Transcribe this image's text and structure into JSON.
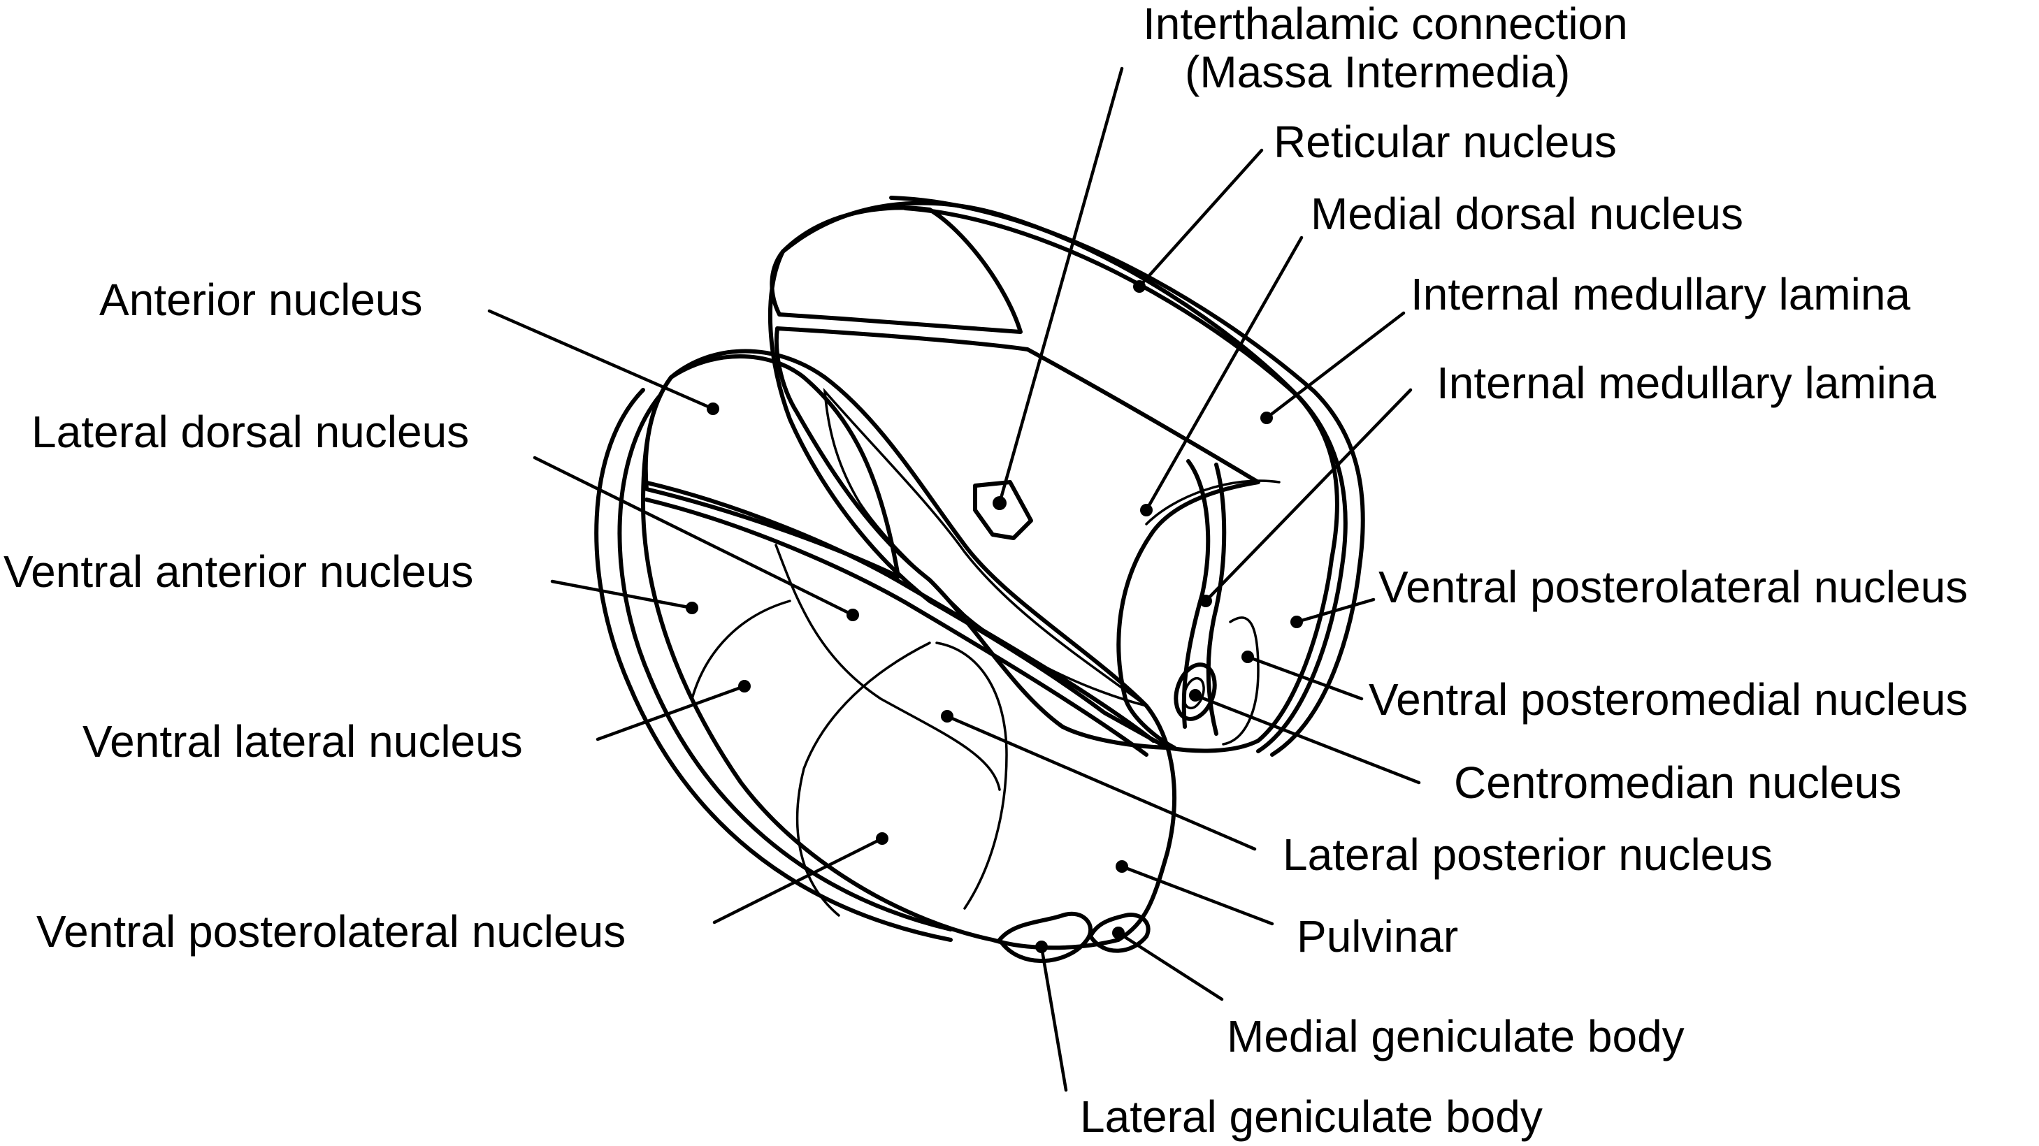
{
  "diagram": {
    "labels": {
      "interthalamic_connection_line1": "Interthalamic connection",
      "interthalamic_connection_line2": "(Massa Intermedia)",
      "reticular_nucleus": "Reticular nucleus",
      "medial_dorsal_nucleus": "Medial dorsal nucleus",
      "internal_medullary_lamina_1": "Internal medullary lamina",
      "internal_medullary_lamina_2": "Internal medullary lamina",
      "anterior_nucleus": "Anterior nucleus",
      "lateral_dorsal_nucleus": "Lateral dorsal nucleus",
      "ventral_anterior_nucleus": "Ventral anterior nucleus",
      "ventral_posterolateral_nucleus_right": "Ventral posterolateral nucleus",
      "ventral_posteromedial_nucleus": "Ventral posteromedial nucleus",
      "ventral_lateral_nucleus": "Ventral lateral nucleus",
      "centromedian_nucleus": "Centromedian nucleus",
      "lateral_posterior_nucleus": "Lateral posterior nucleus",
      "ventral_posterolateral_nucleus_left": "Ventral posterolateral nucleus",
      "pulvinar": "Pulvinar",
      "medial_geniculate_body": "Medial geniculate body",
      "lateral_geniculate_body": "Lateral geniculate body"
    },
    "colors": {
      "ink": "#000000",
      "background": "#ffffff",
      "stipple_fill": "#d9d9d9",
      "massa_intermedia_fill": "#8c8c8c"
    }
  }
}
